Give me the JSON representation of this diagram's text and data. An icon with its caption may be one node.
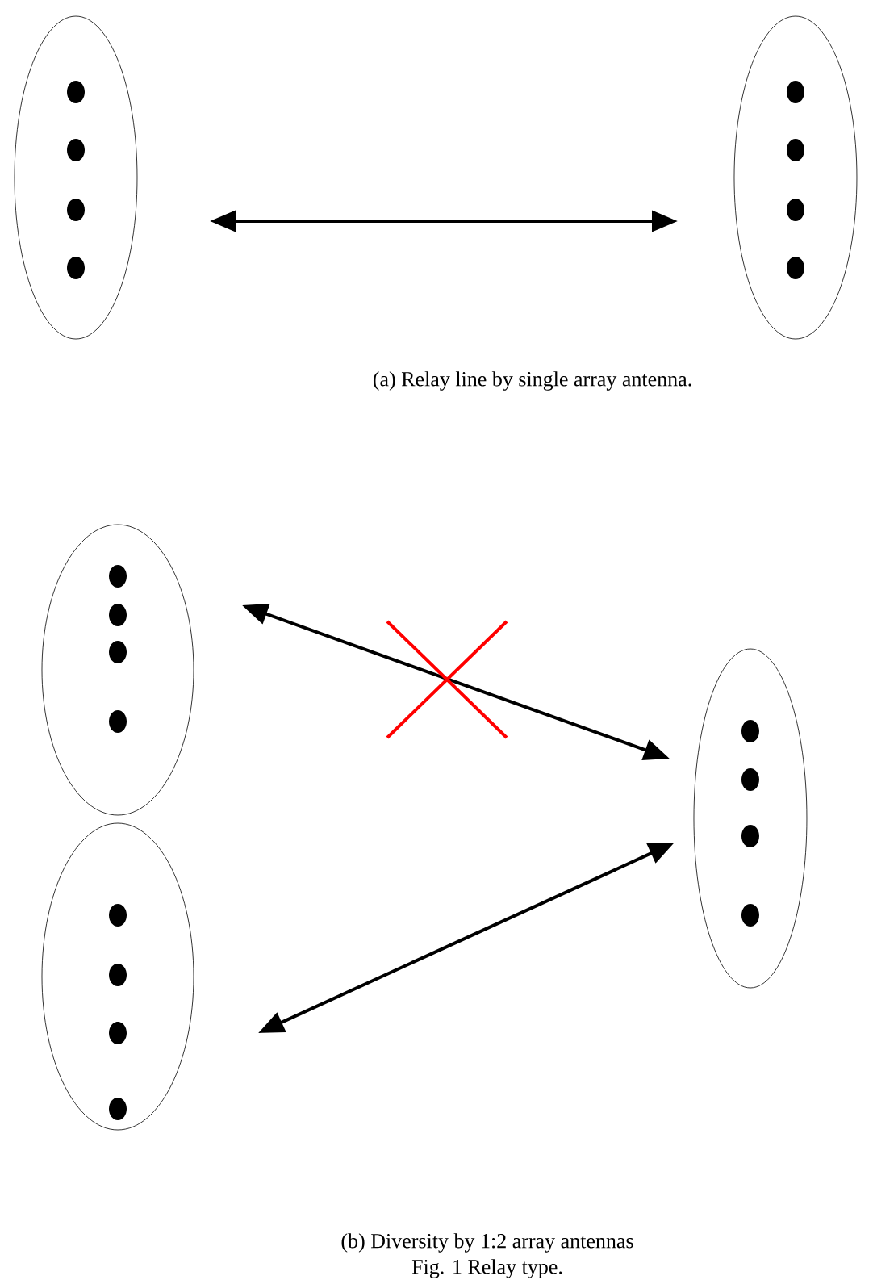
{
  "diagram": {
    "caption": "Fig. 1 Relay type.",
    "nodes": [
      {
        "text": [],
        "shape": "ellipse"
      },
      {
        "text": [],
        "shape": "ellipse"
      },
      {
        "text": [],
        "shape": "ellipse"
      },
      {
        "text": [],
        "shape": "ellipse"
      },
      {
        "text": [],
        "shape": "ellipse"
      }
    ],
    "edges": [
      {
        "from": 0,
        "to": 1,
        "arrow": "both"
      },
      {
        "from": 2,
        "to": 4,
        "arrow": "both"
      },
      {
        "from": 3,
        "to": 4,
        "arrow": "both"
      }
    ],
    "labels": [
      "(a) Relay line by single array antenna.",
      "(b) Diversity by 1:2 array antennas"
    ]
  }
}
